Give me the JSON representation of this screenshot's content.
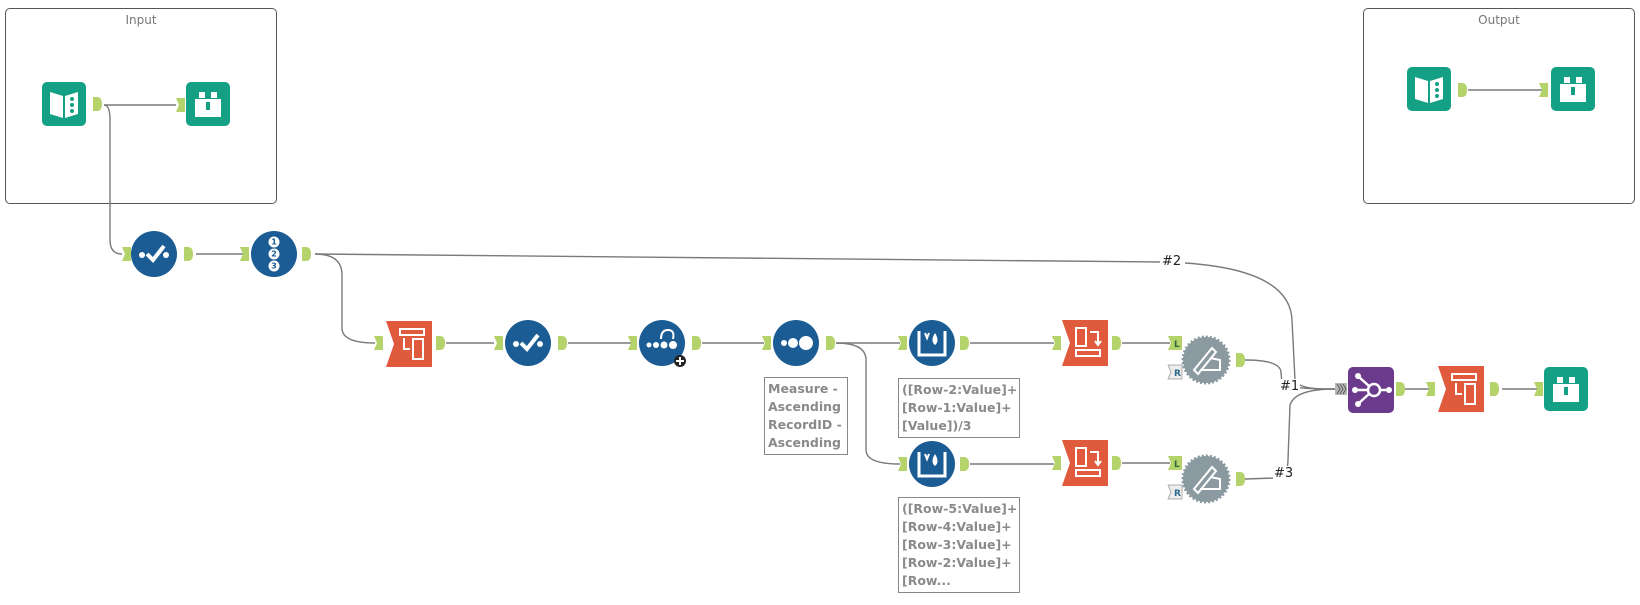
{
  "canvas": {
    "containers": [
      {
        "id": "input",
        "title": "Input"
      },
      {
        "id": "output",
        "title": "Output"
      }
    ],
    "tools": [
      {
        "id": "input-data-1",
        "type": "input-data",
        "icon": "book-icon",
        "category": "In/Out",
        "color": "#14a085"
      },
      {
        "id": "browse-1",
        "type": "browse",
        "icon": "binoculars-icon",
        "category": "In/Out",
        "color": "#14a085"
      },
      {
        "id": "select-1",
        "type": "select",
        "icon": "checkmark-icon",
        "category": "Preparation",
        "color": "#1b5c94"
      },
      {
        "id": "record-id-1",
        "type": "record-id",
        "icon": "numbered-list-icon",
        "category": "Preparation",
        "color": "#1b5c94"
      },
      {
        "id": "transpose-1",
        "type": "transpose",
        "icon": "transpose-icon",
        "category": "Transform",
        "color": "#e05a3e"
      },
      {
        "id": "select-2",
        "type": "select",
        "icon": "checkmark-icon",
        "category": "Preparation",
        "color": "#1b5c94"
      },
      {
        "id": "generate-rows-1",
        "type": "generate-rows",
        "icon": "generate-rows-icon",
        "category": "Preparation",
        "color": "#1b5c94"
      },
      {
        "id": "sort-1",
        "type": "sort",
        "icon": "sort-dots-icon",
        "category": "Preparation",
        "color": "#1b5c94"
      },
      {
        "id": "multi-row-formula-1",
        "type": "multi-row-formula",
        "icon": "multi-row-formula-icon",
        "category": "Preparation",
        "color": "#1b5c94"
      },
      {
        "id": "multi-row-formula-2",
        "type": "multi-row-formula",
        "icon": "multi-row-formula-icon",
        "category": "Preparation",
        "color": "#1b5c94"
      },
      {
        "id": "cross-tab-1",
        "type": "cross-tab",
        "icon": "cross-tab-icon",
        "category": "Transform",
        "color": "#e05a3e"
      },
      {
        "id": "cross-tab-2",
        "type": "cross-tab",
        "icon": "cross-tab-icon",
        "category": "Transform",
        "color": "#e05a3e"
      },
      {
        "id": "disabled-tool-1",
        "type": "deprecated",
        "icon": "pencil-hand-icon",
        "color": "#8a9aa0"
      },
      {
        "id": "disabled-tool-2",
        "type": "deprecated",
        "icon": "pencil-hand-icon",
        "color": "#8a9aa0"
      },
      {
        "id": "union-1",
        "type": "union",
        "icon": "union-icon",
        "category": "Join",
        "color": "#6b3a8c"
      },
      {
        "id": "transpose-2",
        "type": "transpose",
        "icon": "transpose-icon",
        "category": "Transform",
        "color": "#e05a3e"
      },
      {
        "id": "browse-2",
        "type": "browse",
        "icon": "binoculars-icon",
        "category": "In/Out",
        "color": "#14a085"
      },
      {
        "id": "input-data-2",
        "type": "input-data",
        "icon": "book-icon",
        "category": "In/Out",
        "color": "#14a085"
      },
      {
        "id": "browse-3",
        "type": "browse",
        "icon": "binoculars-icon",
        "category": "In/Out",
        "color": "#14a085"
      }
    ],
    "annotations": {
      "sort": "Measure -\nAscending\nRecordID -\nAscending",
      "mrf1": "([Row-2:Value]+\n[Row-1:Value]+\n[Value])/3",
      "mrf2": "([Row-5:Value]+\n[Row-4:Value]+\n[Row-3:Value]+\n[Row-2:Value]+\n[Row..."
    },
    "connection_labels": {
      "c1": "#1",
      "c2": "#2",
      "c3": "#3"
    },
    "anchor_labels": {
      "left": "L",
      "right": "R"
    },
    "colors": {
      "anchor": "#b5d36b",
      "wire": "#7a7a7a",
      "io": "#14a085",
      "prep": "#1b5c94",
      "transform": "#e05a3e",
      "join": "#6b3a8c",
      "disabled": "#8a9aa0"
    }
  }
}
